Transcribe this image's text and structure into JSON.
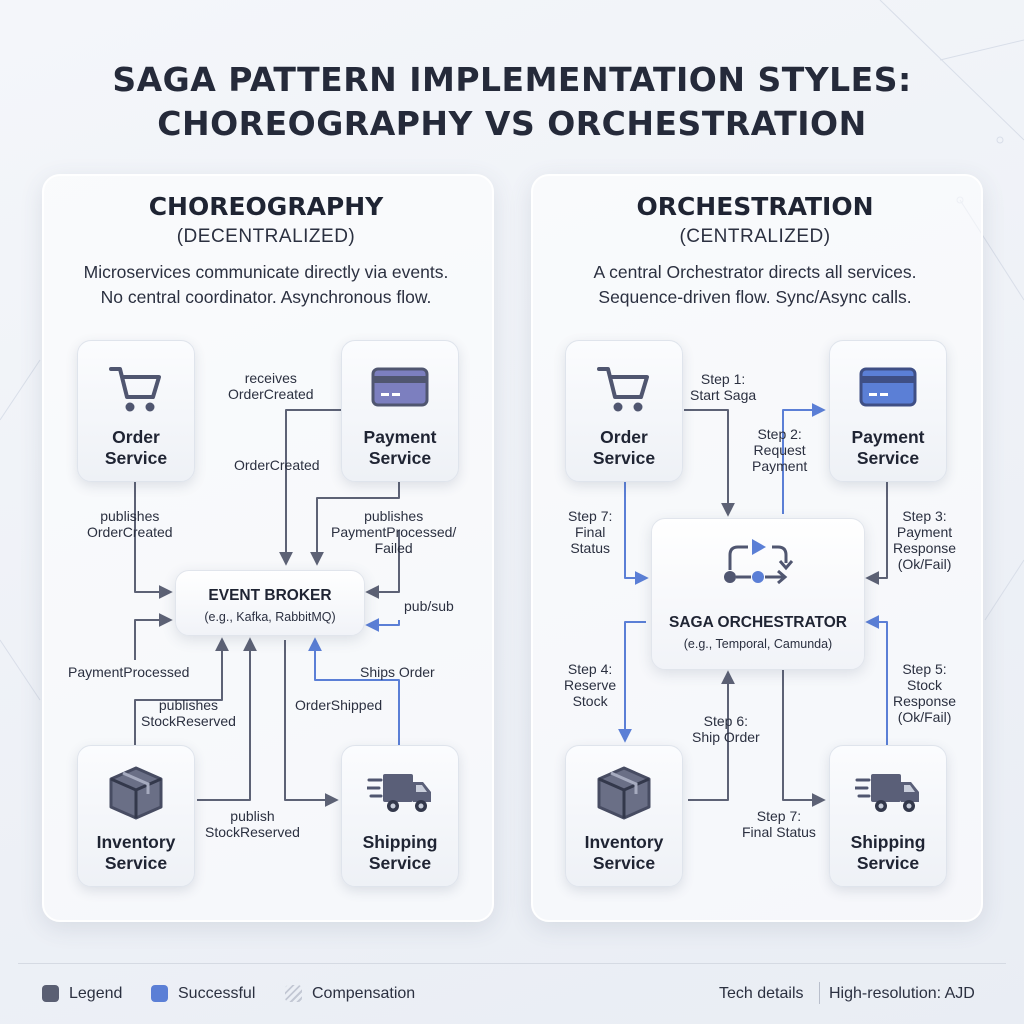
{
  "title": {
    "line1": "SAGA PATTERN IMPLEMENTATION STYLES:",
    "line2": "CHOREOGRAPHY VS ORCHESTRATION"
  },
  "choreography": {
    "title": "CHOREOGRAPHY",
    "subtitle": "(DECENTRALIZED)",
    "desc_line1": "Microservices communicate directly via events.",
    "desc_line2": "No central coordinator. Asynchronous flow.",
    "nodes": {
      "order": {
        "line1": "Order",
        "line2": "Service",
        "icon": "cart-icon"
      },
      "payment": {
        "line1": "Payment",
        "line2": "Service",
        "icon": "credit-card-icon"
      },
      "inventory": {
        "line1": "Inventory",
        "line2": "Service",
        "icon": "package-icon"
      },
      "shipping": {
        "line1": "Shipping",
        "line2": "Service",
        "icon": "truck-icon"
      }
    },
    "broker": {
      "title": "EVENT BROKER",
      "subtitle": "(e.g., Kafka, RabbitMQ)"
    },
    "labels": {
      "receives_1": "receives",
      "receives_2": "OrderCreated",
      "order_created": "OrderCreated",
      "publishes_order_1": "publishes",
      "publishes_order_2": "OrderCreated",
      "publishes_payment_1": "publishes",
      "publishes_payment_2": "PaymentProcessed/",
      "publishes_payment_3": "Failed",
      "pubsub": "pub/sub",
      "payment_processed": "PaymentProcessed",
      "ships_order": "Ships Order",
      "publishes_stock_1": "publishes",
      "publishes_stock_2": "StockReserved",
      "order_shipped": "OrderShipped",
      "publish_stock_1": "publish",
      "publish_stock_2": "StockReserved"
    }
  },
  "orchestration": {
    "title": "ORCHESTRATION",
    "subtitle": "(CENTRALIZED)",
    "desc_line1": "A central Orchestrator directs all services.",
    "desc_line2": "Sequence-driven flow. Sync/Async calls.",
    "nodes": {
      "order": {
        "line1": "Order",
        "line2": "Service",
        "icon": "cart-icon"
      },
      "payment": {
        "line1": "Payment",
        "line2": "Service",
        "icon": "credit-card-icon"
      },
      "inventory": {
        "line1": "Inventory",
        "line2": "Service",
        "icon": "package-icon"
      },
      "shipping": {
        "line1": "Shipping",
        "line2": "Service",
        "icon": "truck-icon"
      }
    },
    "orchestrator": {
      "title": "SAGA ORCHESTRATOR",
      "subtitle": "(e.g., Temporal, Camunda)",
      "icon": "workflow-icon"
    },
    "labels": {
      "step1_1": "Step 1:",
      "step1_2": "Start Saga",
      "step2_1": "Step 2:",
      "step2_2": "Request",
      "step2_3": "Payment",
      "step7a_1": "Step 7:",
      "step7a_2": "Final",
      "step7a_3": "Status",
      "step3_1": "Step 3:",
      "step3_2": "Payment",
      "step3_3": "Response",
      "step3_4": "(Ok/Fail)",
      "step4_1": "Step 4:",
      "step4_2": "Reserve",
      "step4_3": "Stock",
      "step6_1": "Step 6:",
      "step6_2": "Ship Order",
      "step5_1": "Step 5:",
      "step5_2": "Stock",
      "step5_3": "Response",
      "step5_4": "(Ok/Fail)",
      "step7b_1": "Step 7:",
      "step7b_2": "Final Status"
    }
  },
  "legend": {
    "items": [
      {
        "label": "Legend",
        "color": "#5a5f73"
      },
      {
        "label": "Successful",
        "color": "#5b7fd6"
      },
      {
        "label": "Compensation",
        "color": "#b9bfcc"
      }
    ],
    "tech_details": "Tech details",
    "resolution": "High-resolution: AJD"
  },
  "colors": {
    "gray_line": "#5d6275",
    "blue_line": "#5b7fd6",
    "icon": "#505670"
  }
}
